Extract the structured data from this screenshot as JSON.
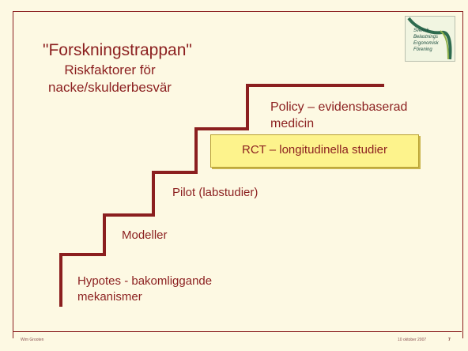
{
  "title": "\"Forskningstrappan\"",
  "subtitle": "Riskfaktorer för nacke/skulderbesvär",
  "steps": {
    "hypotes": [
      "Hypotes - bakomliggande",
      "mekanismer"
    ],
    "modeller": "Modeller",
    "pilot": "Pilot (labstudier)",
    "rct": "RCT – longitudinella studier",
    "policy": [
      "Policy – evidensbaserad",
      "medicin"
    ]
  },
  "logo": {
    "lines": [
      "Svensk",
      "Belastnings",
      "Ergonomisk",
      "Förening"
    ]
  },
  "footer": {
    "author": "Wim Grooten",
    "date": "10 oktober 2007",
    "page": "7"
  },
  "colors": {
    "background": "#fdf9e3",
    "accent": "#8b1f1f",
    "highlight": "#fdf38c"
  }
}
